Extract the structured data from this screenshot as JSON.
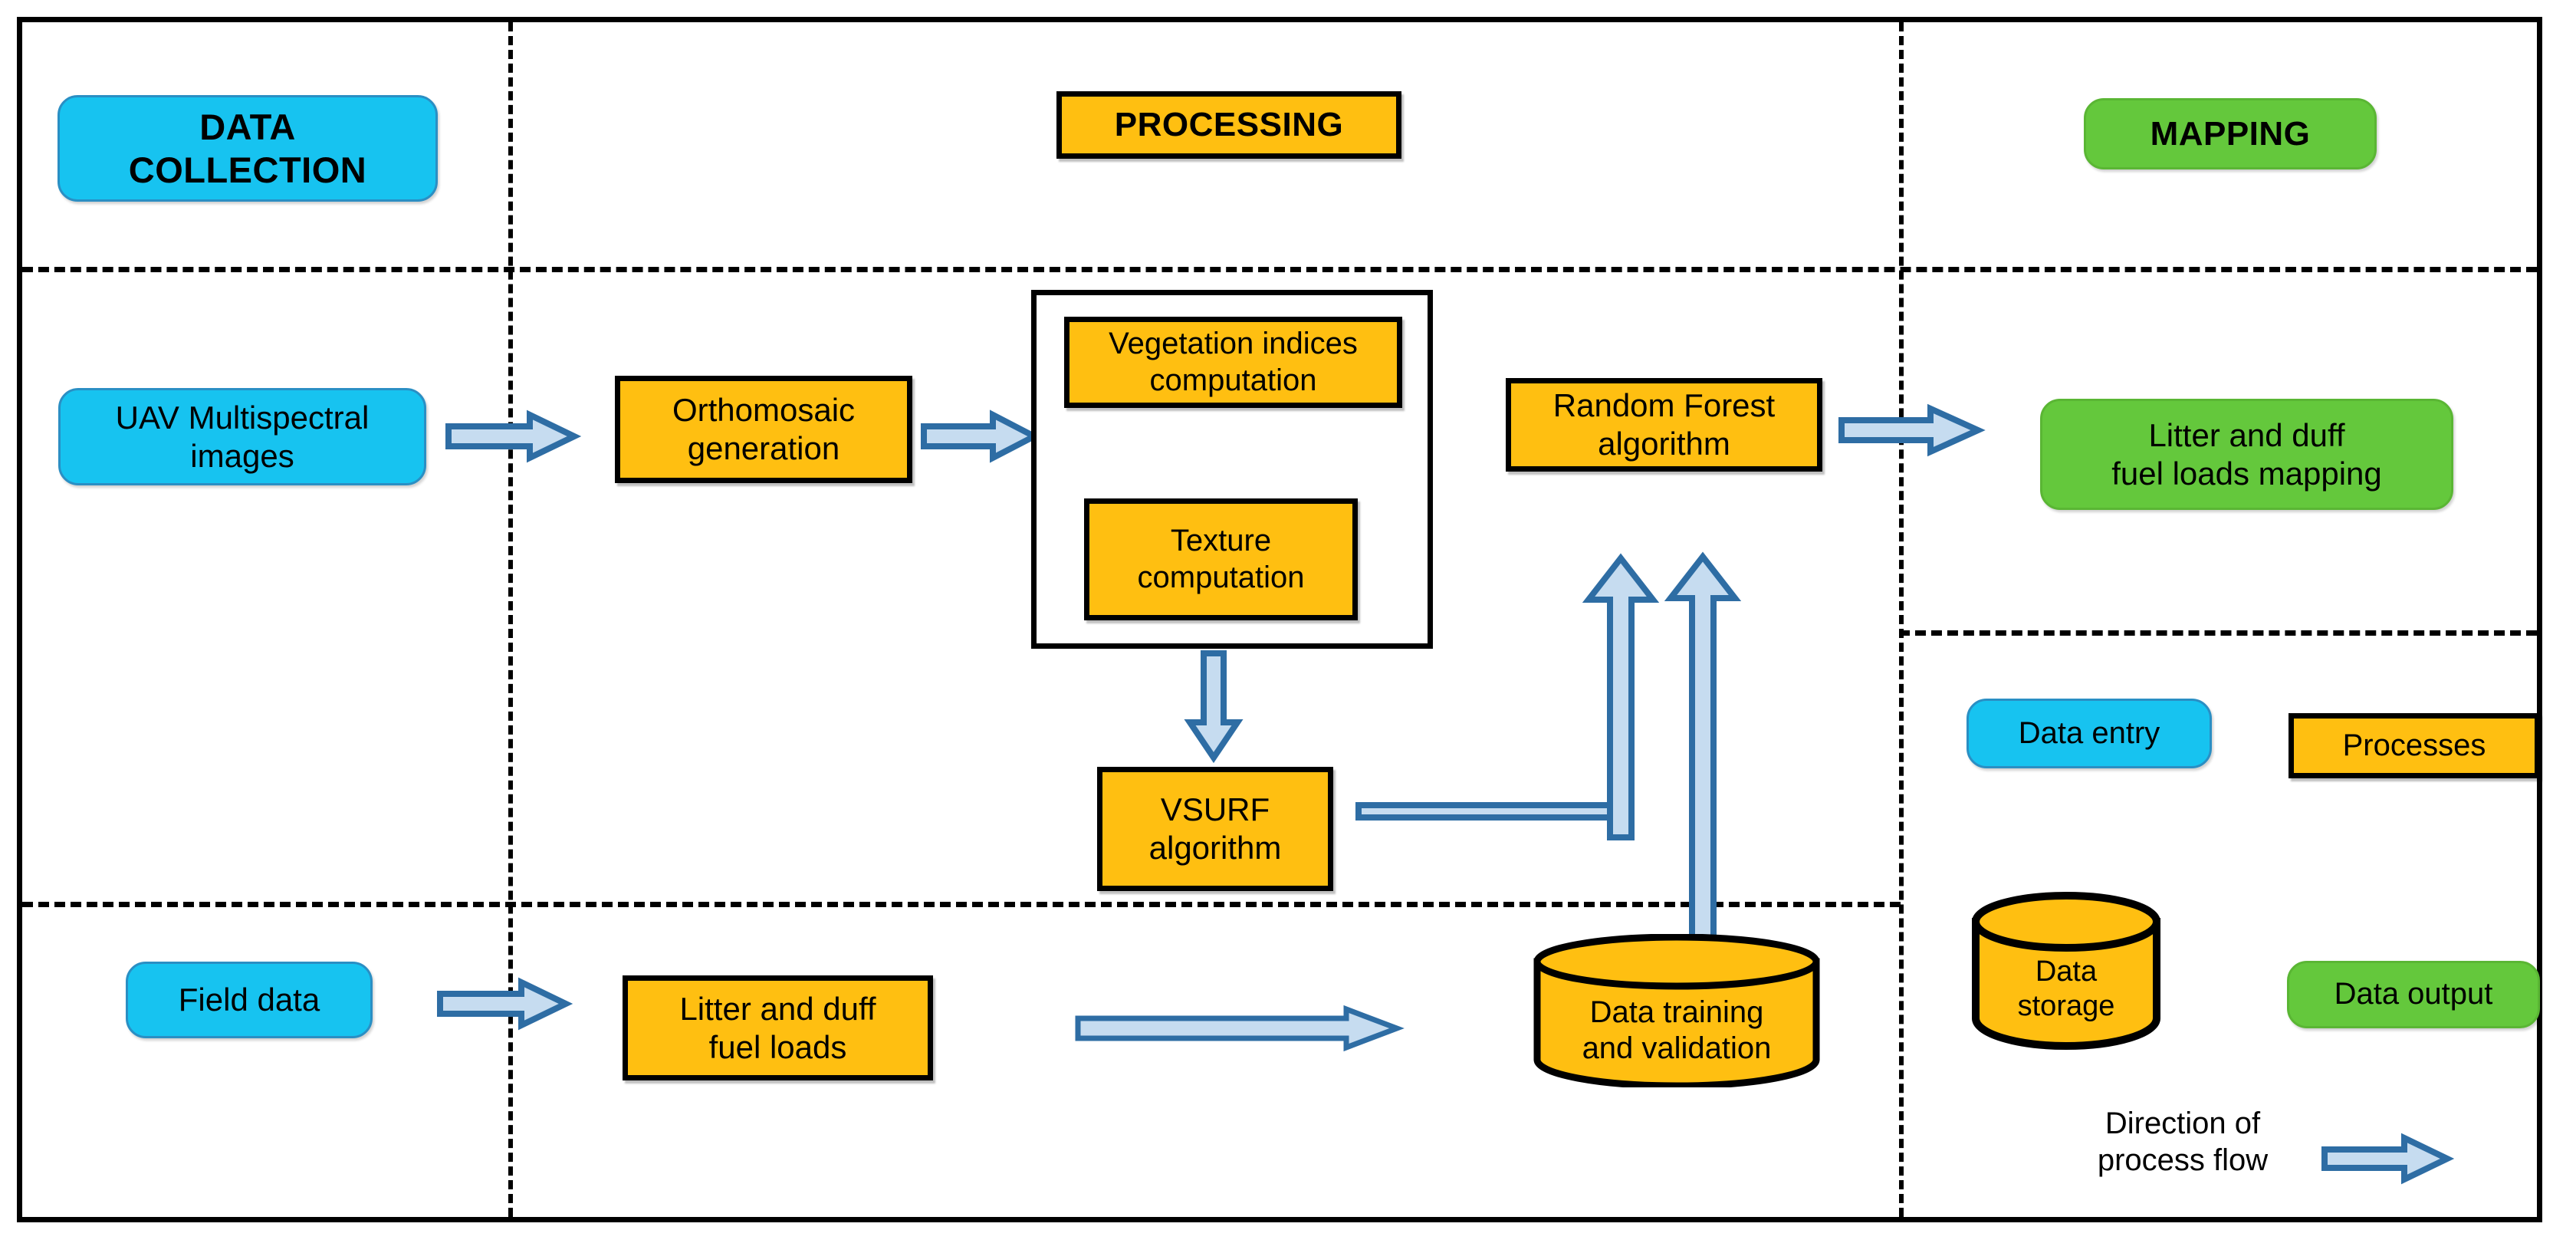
{
  "headers": {
    "data_collection": "DATA\nCOLLECTION",
    "processing": "PROCESSING",
    "mapping": "MAPPING"
  },
  "nodes": {
    "uav_images": "UAV Multispectral\nimages",
    "orthomosaic": "Orthomosaic\ngeneration",
    "vegetation_indices": "Vegetation indices\ncomputation",
    "texture": "Texture\ncomputation",
    "random_forest": "Random Forest\nalgorithm",
    "litter_duff_mapping": "Litter and duff\nfuel loads mapping",
    "vsurf": "VSURF\nalgorithm",
    "field_data": "Field data",
    "litter_duff_loads": "Litter and duff\nfuel loads",
    "data_training": "Data training\nand validation"
  },
  "legend": {
    "data_entry": "Data entry",
    "processes": "Processes",
    "data_storage": "Data\nstorage",
    "data_output": "Data output",
    "flow_direction": "Direction of\nprocess flow"
  },
  "colors": {
    "data_entry_fill": "#17c3f0",
    "process_fill": "#ffbf11",
    "output_fill": "#64c83c",
    "arrow_outline": "#2e6da4",
    "arrow_fill": "#c6dcf0",
    "border": "#000000"
  }
}
